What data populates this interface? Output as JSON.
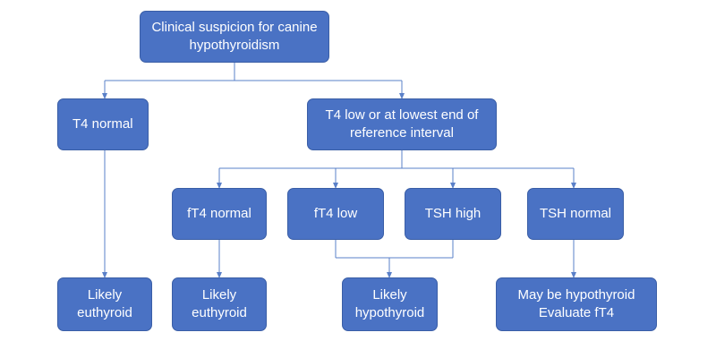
{
  "nodes": {
    "root": [
      "Clinical suspicion for canine",
      "hypothyroidism"
    ],
    "t4_normal": [
      "T4 normal"
    ],
    "t4_low": [
      "T4 low or at lowest end of",
      "reference interval"
    ],
    "ft4_normal": [
      "fT4 normal"
    ],
    "ft4_low": [
      "fT4 low"
    ],
    "tsh_high": [
      "TSH high"
    ],
    "tsh_normal": [
      "TSH normal"
    ],
    "euthyroid_1": [
      "Likely",
      "euthyroid"
    ],
    "euthyroid_2": [
      "Likely",
      "euthyroid"
    ],
    "hypothyroid": [
      "Likely",
      "hypothyroid"
    ],
    "maybe_hypo": [
      "May be hypothyroid",
      "Evaluate fT4"
    ]
  },
  "colors": {
    "box_fill": "#4a72c4",
    "box_border": "#3a5ea6",
    "connector": "#5a80c8",
    "text": "#ffffff"
  }
}
